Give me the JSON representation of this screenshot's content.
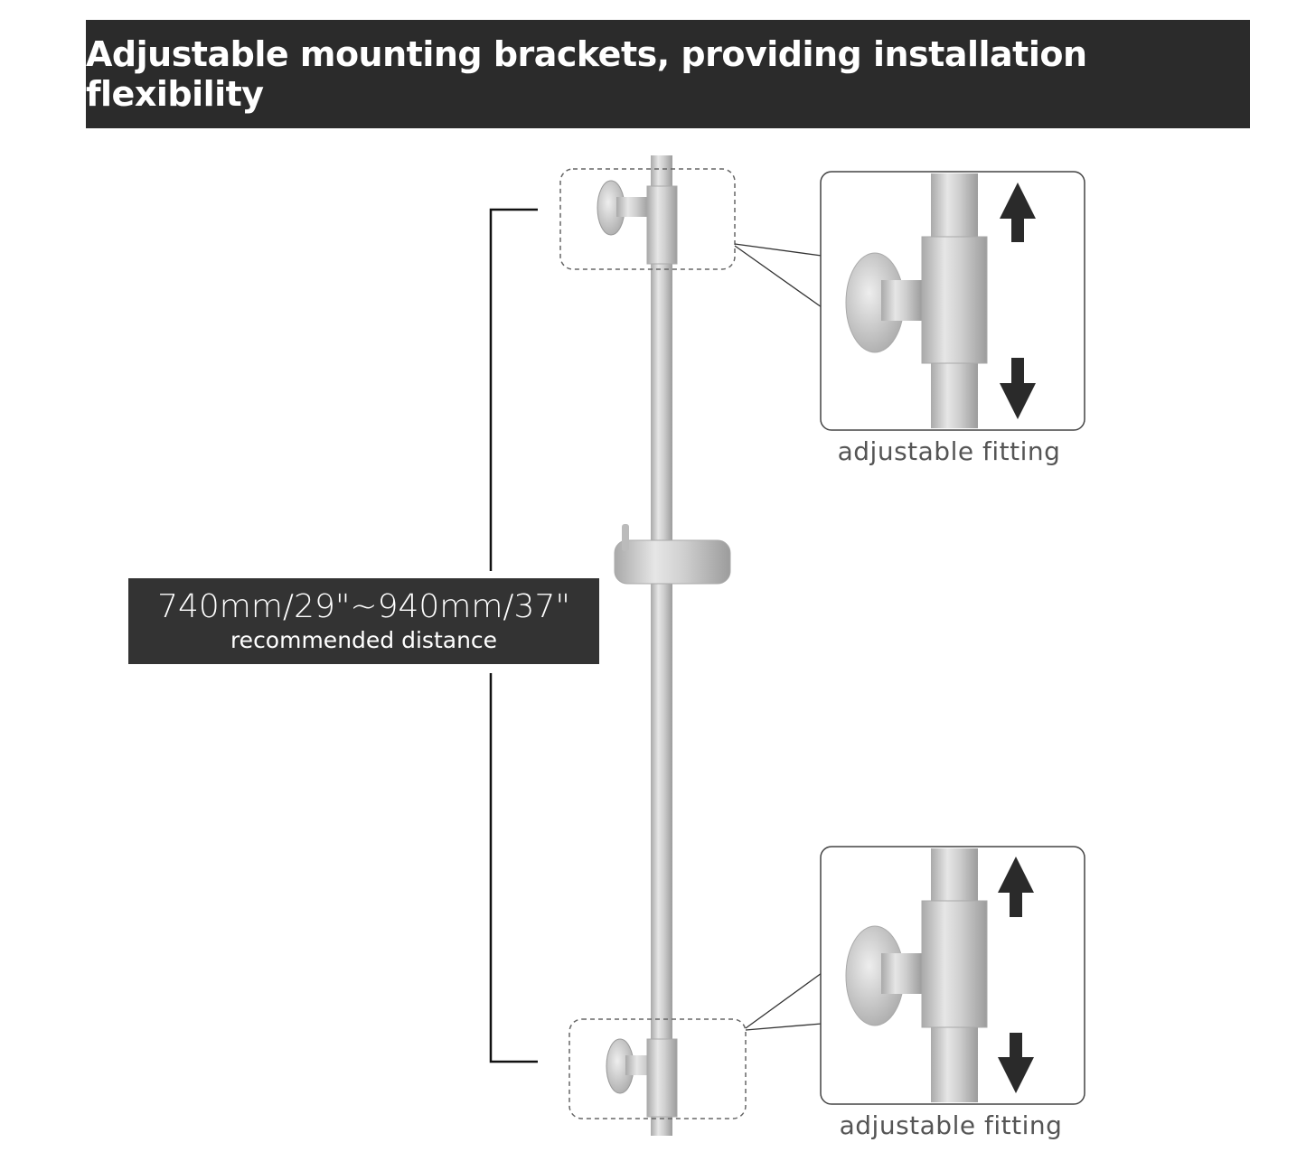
{
  "header": {
    "title": "Adjustable mounting brackets, providing installation flexibility"
  },
  "distance": {
    "range": "740mm/29\"~940mm/37\"",
    "label": "recommended distance"
  },
  "insets": [
    {
      "caption": "adjustable fitting"
    },
    {
      "caption": "adjustable fitting"
    }
  ],
  "colors": {
    "banner": "#2b2b2b",
    "steel": "#c9c9c9",
    "arrow": "#2a2a2a"
  }
}
